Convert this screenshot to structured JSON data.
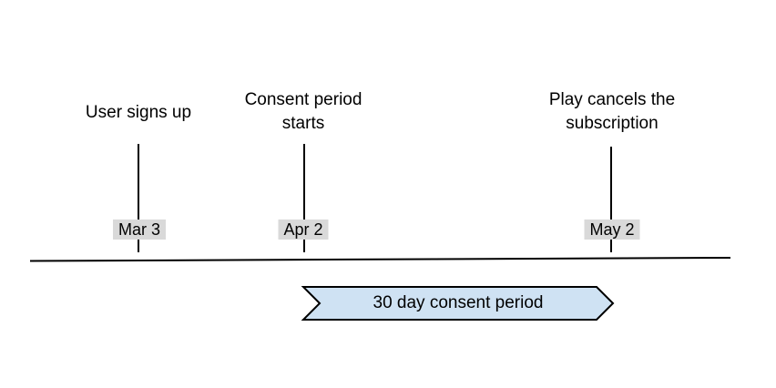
{
  "diagram": {
    "background": "#ffffff",
    "line_color": "#000000",
    "date_label_bg": "#d9d9d9",
    "events": [
      {
        "title": "User signs up",
        "date": "Mar 3"
      },
      {
        "title": "Consent period starts",
        "date": "Apr 2"
      },
      {
        "title": "Play cancels the subscription",
        "date": "May 2"
      }
    ],
    "banner": {
      "label": "30 day consent period",
      "fill": "#cfe2f3",
      "stroke": "#000000"
    }
  }
}
